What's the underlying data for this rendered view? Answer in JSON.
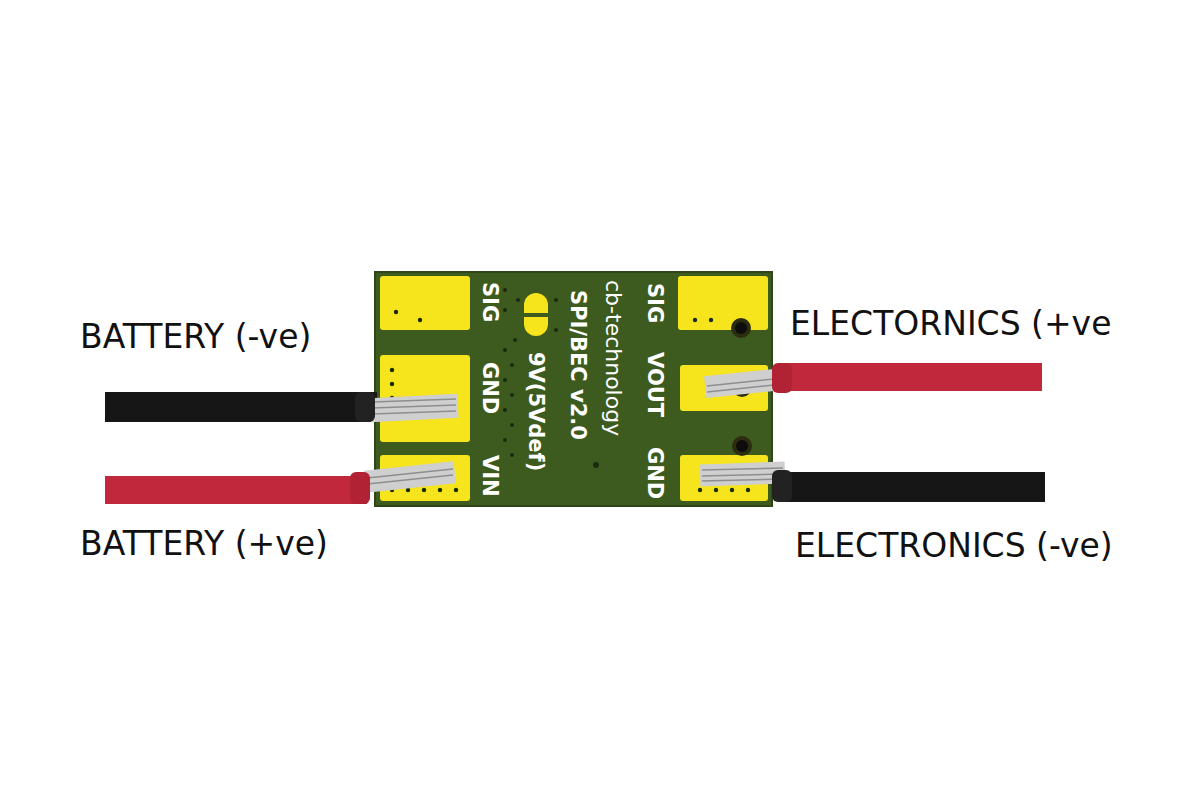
{
  "diagram": {
    "labels": [
      "BATTERY (-ve)",
      "BATTERY (+ve)",
      "ELECTORNICS (+ve",
      "ELECTRONICS (-ve)",
      "SIG",
      "GND",
      "VIN",
      "9V(5Vdef)",
      "SPI/BEC v2.0",
      "cb-technology",
      "SIG",
      "VOUT",
      "GND"
    ]
  }
}
